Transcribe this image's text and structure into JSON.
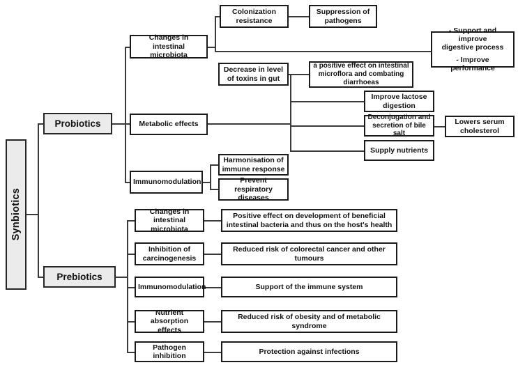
{
  "diagram": {
    "title": "Synbiotics",
    "root": {
      "label": "Synbiotics"
    },
    "branches": {
      "probiotics": {
        "label": "Probiotics"
      },
      "prebiotics": {
        "label": "Prebiotics"
      }
    },
    "probiotics_nodes": {
      "changes_microbiota": "Changes in intestinal microbiota",
      "colonization_resistance": "Colonization resistance",
      "suppression_pathogens": "Suppression of pathogens",
      "support_improve": "- Support and improve digestive process\n\n- Improve performance",
      "support_improve_line1": "- Support and improve",
      "support_improve_line2": "digestive process",
      "support_improve_line3": "- Improve performance",
      "metabolic_effects": "Metabolic effects",
      "decrease_toxins": "Decrease in level of toxins in gut",
      "positive_effect_microflora": "a positive effect on intestinal microflora and combating diarrhoeas",
      "improve_lactose": "Improve lactose digestion",
      "deconjugation_bile": "Deconjugation and secretion of bile salt",
      "lowers_cholesterol": "Lowers serum cholesterol",
      "supply_nutrients": "Supply nutrients",
      "immunomodulation": "Immunomodulation",
      "harmonisation_immune": "Harmonisation of immune response",
      "prevent_respiratory": "Prevent respiratory diseases"
    },
    "prebiotics_rows": [
      {
        "cause": "Changes in intestinal microbiota",
        "effect": "Positive effect on development of beneficial intestinal bacteria and thus on the host's health"
      },
      {
        "cause": "Inhibition of carcinogenesis",
        "effect": "Reduced risk of colorectal cancer and other tumours"
      },
      {
        "cause": "Immunomodulation",
        "effect": "Support of the immune system"
      },
      {
        "cause": "Nutrient absorption effects",
        "effect": "Reduced risk of obesity and of metabolic syndrome"
      },
      {
        "cause": "Pathogen inhibition",
        "effect": "Protection against infections"
      }
    ],
    "colors": {
      "box_border": "#1a1a1a",
      "box_fill": "#ffffff",
      "shaded_fill": "#ebebeb",
      "connector": "#3a3a3a",
      "text": "#111111",
      "background": "#ffffff"
    }
  }
}
